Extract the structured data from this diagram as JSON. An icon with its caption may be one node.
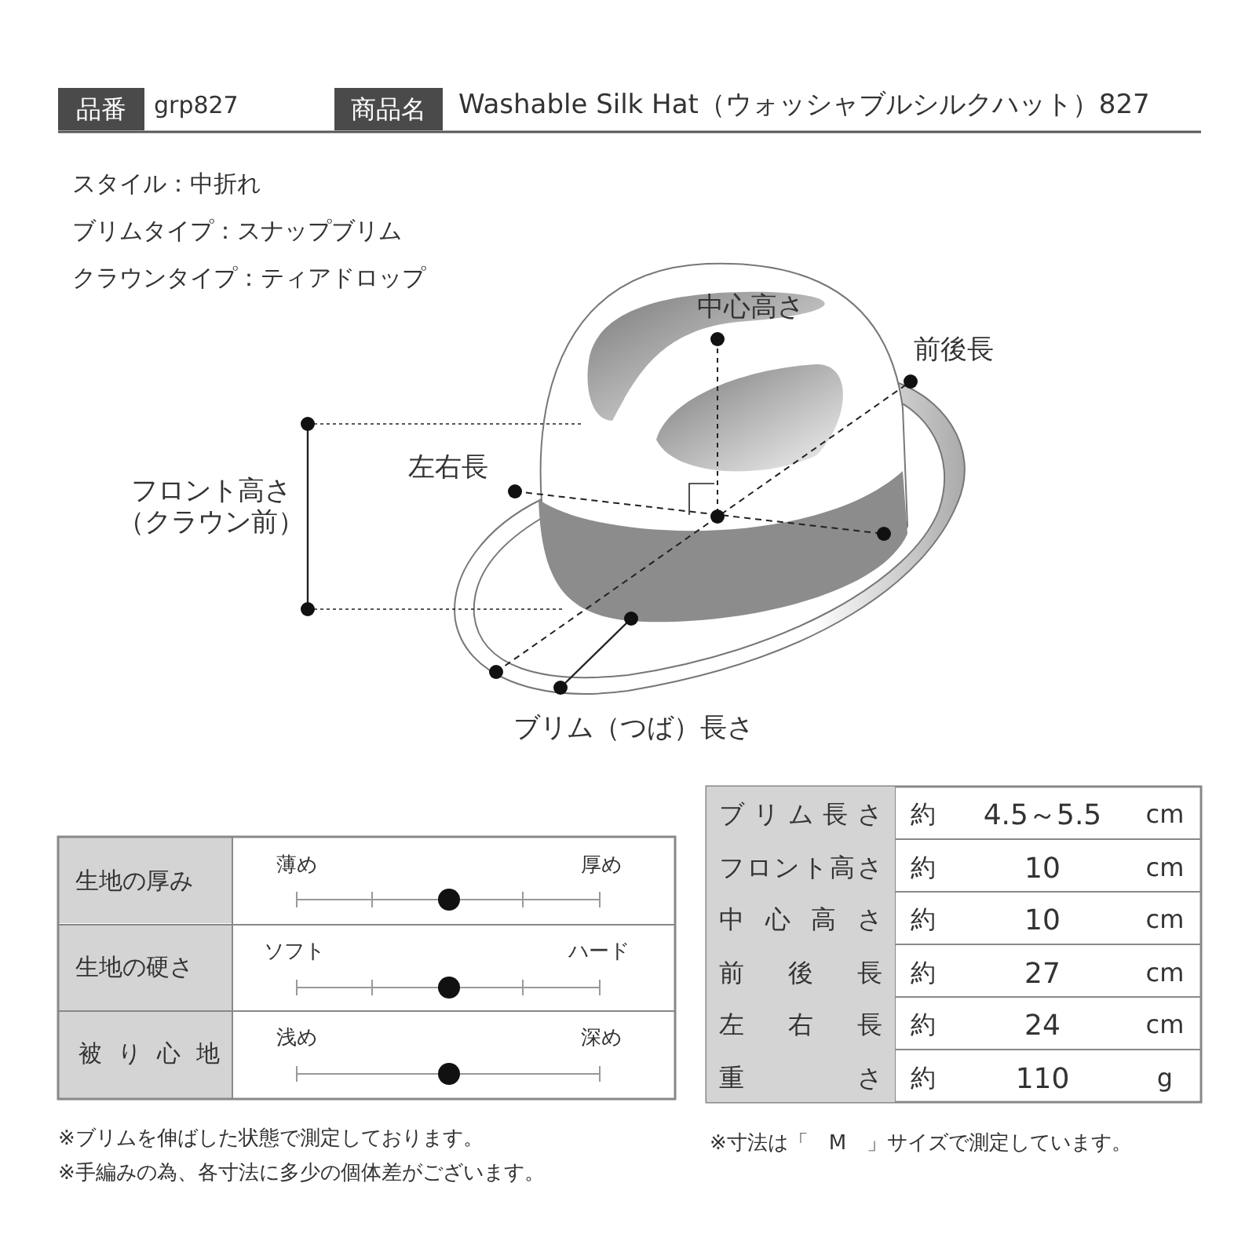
{
  "diagram": {
    "labels": [
      "品番",
      "grp827",
      "商品名",
      "Washable Silk Hat（ウォッシャブルシルクハット）827",
      "スタイル：中折れ",
      "ブリムタイプ：スナップブリム",
      "クラウンタイプ：ティアドロップ",
      "中心高さ",
      "前後長",
      "フロント高さ（クラウン前）",
      "左右長",
      "ブリム（つば）長さ",
      "生地の厚み",
      "薄め",
      "厚め",
      "生地の硬さ",
      "ソフト",
      "ハード",
      "被り心地",
      "浅め",
      "深め",
      "ブリム長さ",
      "約",
      "4.5～5.5",
      "cm",
      "フロント高さ",
      "約",
      "10",
      "cm",
      "中心高さ",
      "約",
      "10",
      "cm",
      "前後長",
      "約",
      "27",
      "cm",
      "左右長",
      "約",
      "24",
      "cm",
      "重さ",
      "約",
      "110",
      "g",
      "※ブリムを伸ばした状態で測定しております。",
      "※手編みの為、各寸法に多少の個体差がございます。",
      "※寸法は「　M　」サイズで測定しています。"
    ]
  }
}
